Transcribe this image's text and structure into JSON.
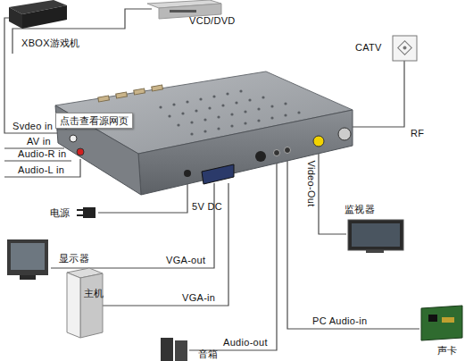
{
  "diagram": {
    "nodes": [
      {
        "text": [
          "点击查看源网页"
        ]
      }
    ],
    "labels": [
      "XBOX游戏机",
      "VCD/DVD",
      "CATV",
      "Svdeo in",
      "AV in",
      "Audio-R in",
      "Audio-L in",
      "RF",
      "电源",
      "5V DC",
      "Video-Out",
      "监视器",
      "显示器",
      "VGA-out",
      "主机",
      "VGA-in",
      "Audio-out",
      "PC Audio-in",
      "声卡",
      "音箱"
    ]
  }
}
